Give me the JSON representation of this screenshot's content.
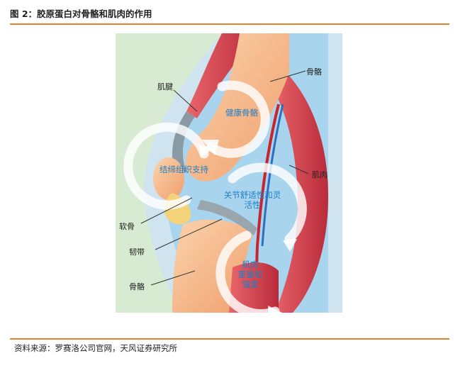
{
  "title": "图 2：胶原蛋白对骨骼和肌肉的作用",
  "source": "资料来源：罗赛洛公司官网，天风证券研究所",
  "labels": {
    "bone_top": "骨骼",
    "tendon": "肌腱",
    "muscle": "肌肉",
    "cartilage": "软骨",
    "ligament": "韧带",
    "bone_bottom": "骨骼"
  },
  "benefits": {
    "healthy_bone": "健康骨骼",
    "connective_tissue": "结缔组织支持",
    "joint_flex_line1": "关节舒适性和灵",
    "joint_flex_line2": "活性",
    "muscle_line1": "肌肉",
    "muscle_line2": "重量和",
    "muscle_line3": "强度"
  },
  "colors": {
    "accent_rule": "#e8822a",
    "figure_bg": "#d6ebd2",
    "bone": "#f5b88a",
    "muscle": "#d9404a",
    "benefit_text": "#1e7fc4"
  }
}
